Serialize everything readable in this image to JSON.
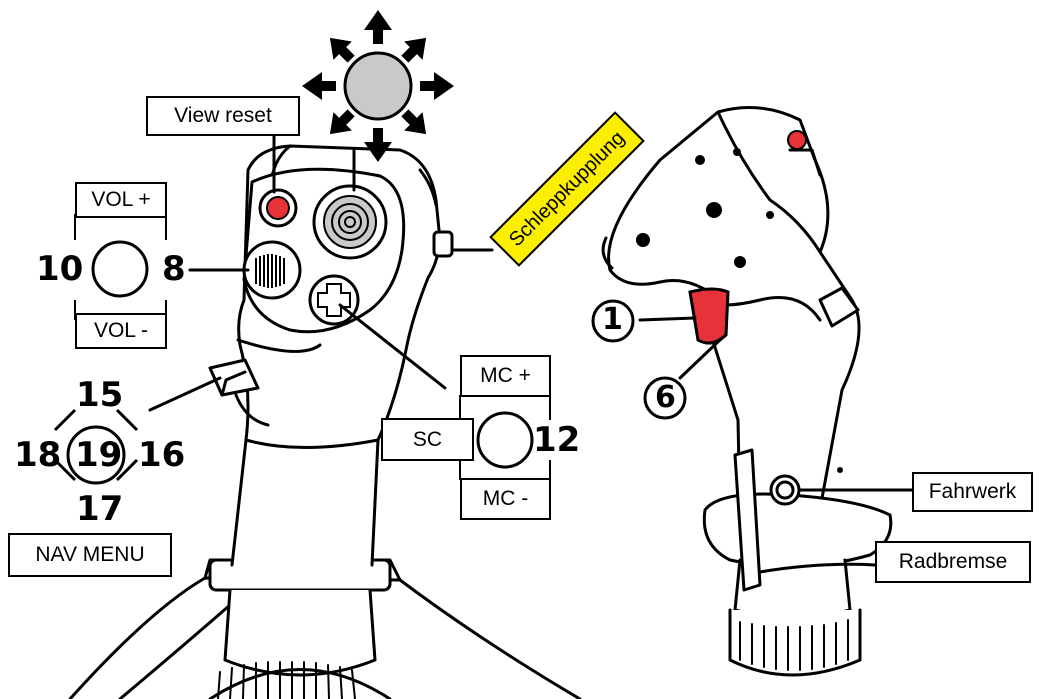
{
  "labels": {
    "view_reset": "View reset",
    "vol_plus": "VOL +",
    "vol_minus": "VOL -",
    "mc_plus": "MC +",
    "mc_minus": "MC -",
    "sc": "SC",
    "nav_menu": "NAV MENU",
    "fahrwerk": "Fahrwerk",
    "radbremse": "Radbremse",
    "schleppkupplung": "Schleppkupplung"
  },
  "numbers": {
    "n10": "10",
    "n8": "8",
    "n12": "12",
    "n15": "15",
    "n16": "16",
    "n17": "17",
    "n18": "18",
    "n19": "19",
    "n1": "1",
    "n6": "6"
  },
  "colors": {
    "red_button": "#e8323a",
    "highlight_yellow": "#fbee00",
    "hat_gray": "#c9c9c9",
    "outline": "#000000"
  },
  "icons": {
    "direction_arrows": "eight-way-arrows-icon",
    "dpad": "cross-dpad-icon"
  }
}
